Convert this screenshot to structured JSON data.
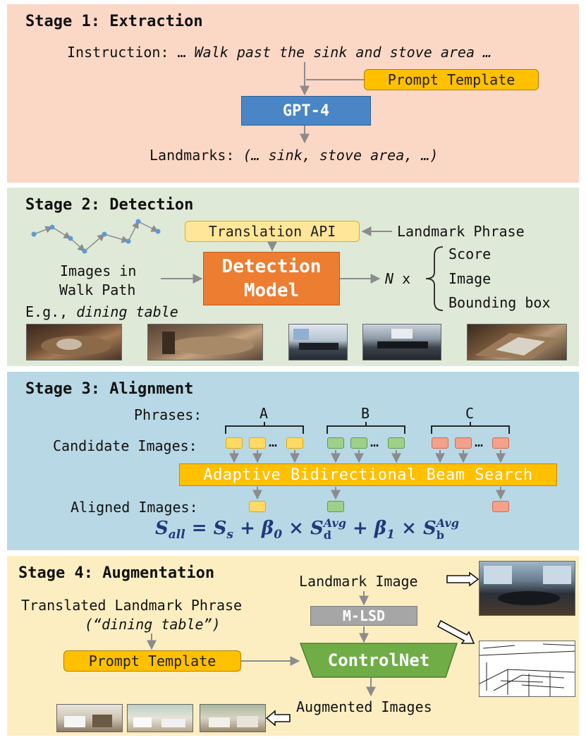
{
  "stage1": {
    "title": "Stage 1: Extraction",
    "instruction_prefix": "Instruction: … ",
    "instruction_italic": "Walk past the sink and stove area …",
    "prompt_template": "Prompt Template",
    "model": "GPT-4",
    "landmarks_prefix": "Landmarks: ",
    "landmarks_italic": "(… sink, stove area, …)"
  },
  "stage2": {
    "title": "Stage 2: Detection",
    "translation_api": "Translation API",
    "landmark_phrase": "Landmark Phrase",
    "images_line1": "Images in",
    "images_line2": "Walk Path",
    "model_line1": "Detection",
    "model_line2": "Model",
    "n_label": "N",
    "times": "x",
    "outputs": [
      "Score",
      "Image",
      "Bounding box"
    ],
    "example_prefix": "E.g., ",
    "example_italic": "dining table"
  },
  "stage3": {
    "title": "Stage 3: Alignment",
    "phrases_label": "Phrases:",
    "phrases": [
      "A",
      "B",
      "C"
    ],
    "candidate_label": "Candidate Images:",
    "ellipsis": "…",
    "beam_search": "Adaptive Bidirectional Beam Search",
    "aligned_label": "Aligned Images:",
    "formula": {
      "lhs": "S",
      "lhs_sub": "all",
      "eq": "=",
      "s": "S",
      "s_sub": "s",
      "plus1": "+",
      "beta0": "β",
      "beta0_sub": "0",
      "times1": "×",
      "sd": "S",
      "sd_sup": "Avg",
      "sd_sub": "d",
      "plus2": "+",
      "beta1": "β",
      "beta1_sub": "1",
      "times2": "×",
      "sb": "S",
      "sb_sup": "Avg",
      "sb_sub": "b"
    }
  },
  "stage4": {
    "title": "Stage 4: Augmentation",
    "landmark_image": "Landmark Image",
    "translated_phrase": "Translated Landmark Phrase",
    "quoted_phrase": "(“dining table”)",
    "mlsd": "M-LSD",
    "prompt_template": "Prompt Template",
    "controlnet": "ControlNet",
    "augmented_images": "Augmented Images"
  },
  "colors": {
    "stage1_bg": "#fbd8c6",
    "stage2_bg": "#dfe9d8",
    "stage3_bg": "#b8d8e6",
    "stage4_bg": "#fdeec2",
    "gpt4": "#4a86c6",
    "detection_model": "#ed7d31",
    "controlnet": "#70ad47",
    "template": "#ffc000"
  }
}
